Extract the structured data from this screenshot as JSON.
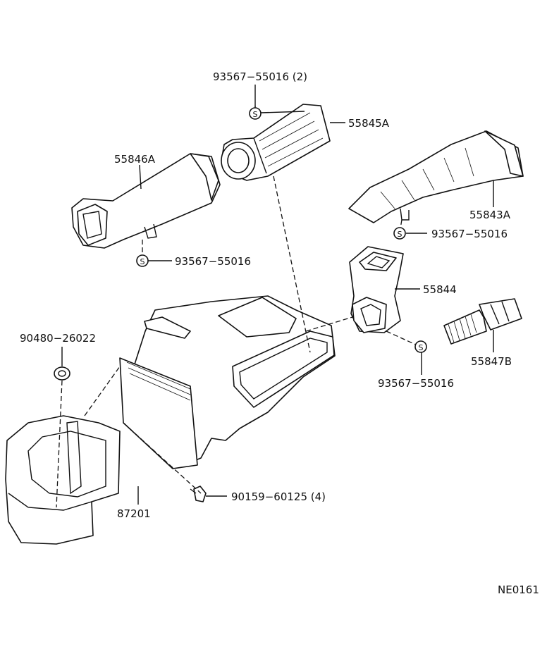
{
  "callouts": {
    "c1": "93567−55016 (2)",
    "c2": "55845A",
    "c3": "55846A",
    "c4": "55843A",
    "c5": "93567−55016",
    "c6": "93567−55016",
    "c7": "55844",
    "c8": "90480−26022",
    "c9": "55847B",
    "c10": "93567−55016",
    "c11": "90159−60125 (4)",
    "c12": "87201"
  },
  "symbol_letter": "S",
  "ref_code": "NE0161"
}
